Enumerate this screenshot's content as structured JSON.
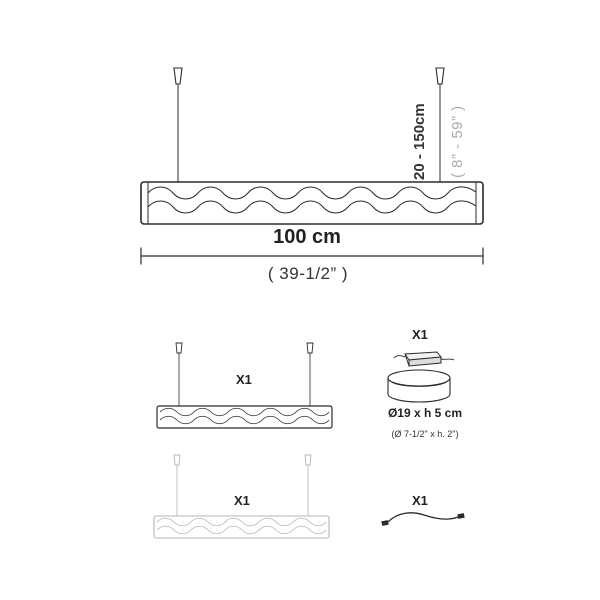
{
  "main_dimensions": {
    "length_cm": "100 cm",
    "length_in": "( 39-1/2” )",
    "drop_cm": "20 - 150cm",
    "drop_in": "( 8” - 59” )"
  },
  "components": {
    "lamp_qty": "X1",
    "lamp_alt_qty": "X1",
    "driver_qty": "X1",
    "ring_size_cm": "Ø19 x h 5 cm",
    "ring_size_in": "(Ø 7-1/2\" x h. 2\")",
    "cable_qty": "X1"
  },
  "colors": {
    "line": "#2b2b2b",
    "light_line": "#b5b5b5",
    "inch_text": "#aaaaaa"
  }
}
